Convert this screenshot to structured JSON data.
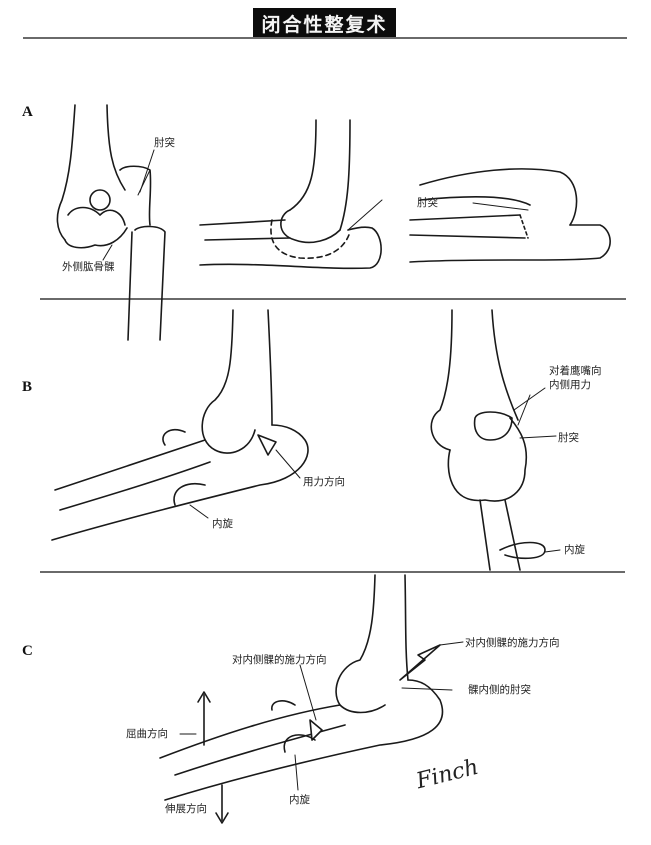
{
  "header": {
    "title": "闭合性整复术"
  },
  "panels": {
    "A": {
      "letter": "A",
      "labels": {
        "olecranon_1": "肘突",
        "lateral_condyle": "外侧肱骨髁",
        "olecranon_3": "肘突"
      }
    },
    "B": {
      "letter": "B",
      "labels": {
        "force_direction": "用力方向",
        "pronation_1": "内旋",
        "medial_force": "对着鹰嘴向\n内侧用力",
        "olecranon": "肘突",
        "pronation_2": "内旋"
      }
    },
    "C": {
      "letter": "C",
      "labels": {
        "force_medial_condyle_left": "对内侧髁的施力方向",
        "force_medial_condyle_right": "对内侧髁的施力方向",
        "olecranon_medial": "髁内侧的肘突",
        "flexion_direction": "屈曲方向",
        "extension_direction": "伸展方向",
        "pronation": "内旋"
      }
    }
  },
  "signature": "Finch",
  "colors": {
    "ink": "#1a1a1a",
    "rule": "#6a6a6a",
    "title_bg": "#0c0c0c",
    "title_fg": "#f4f4f4"
  }
}
